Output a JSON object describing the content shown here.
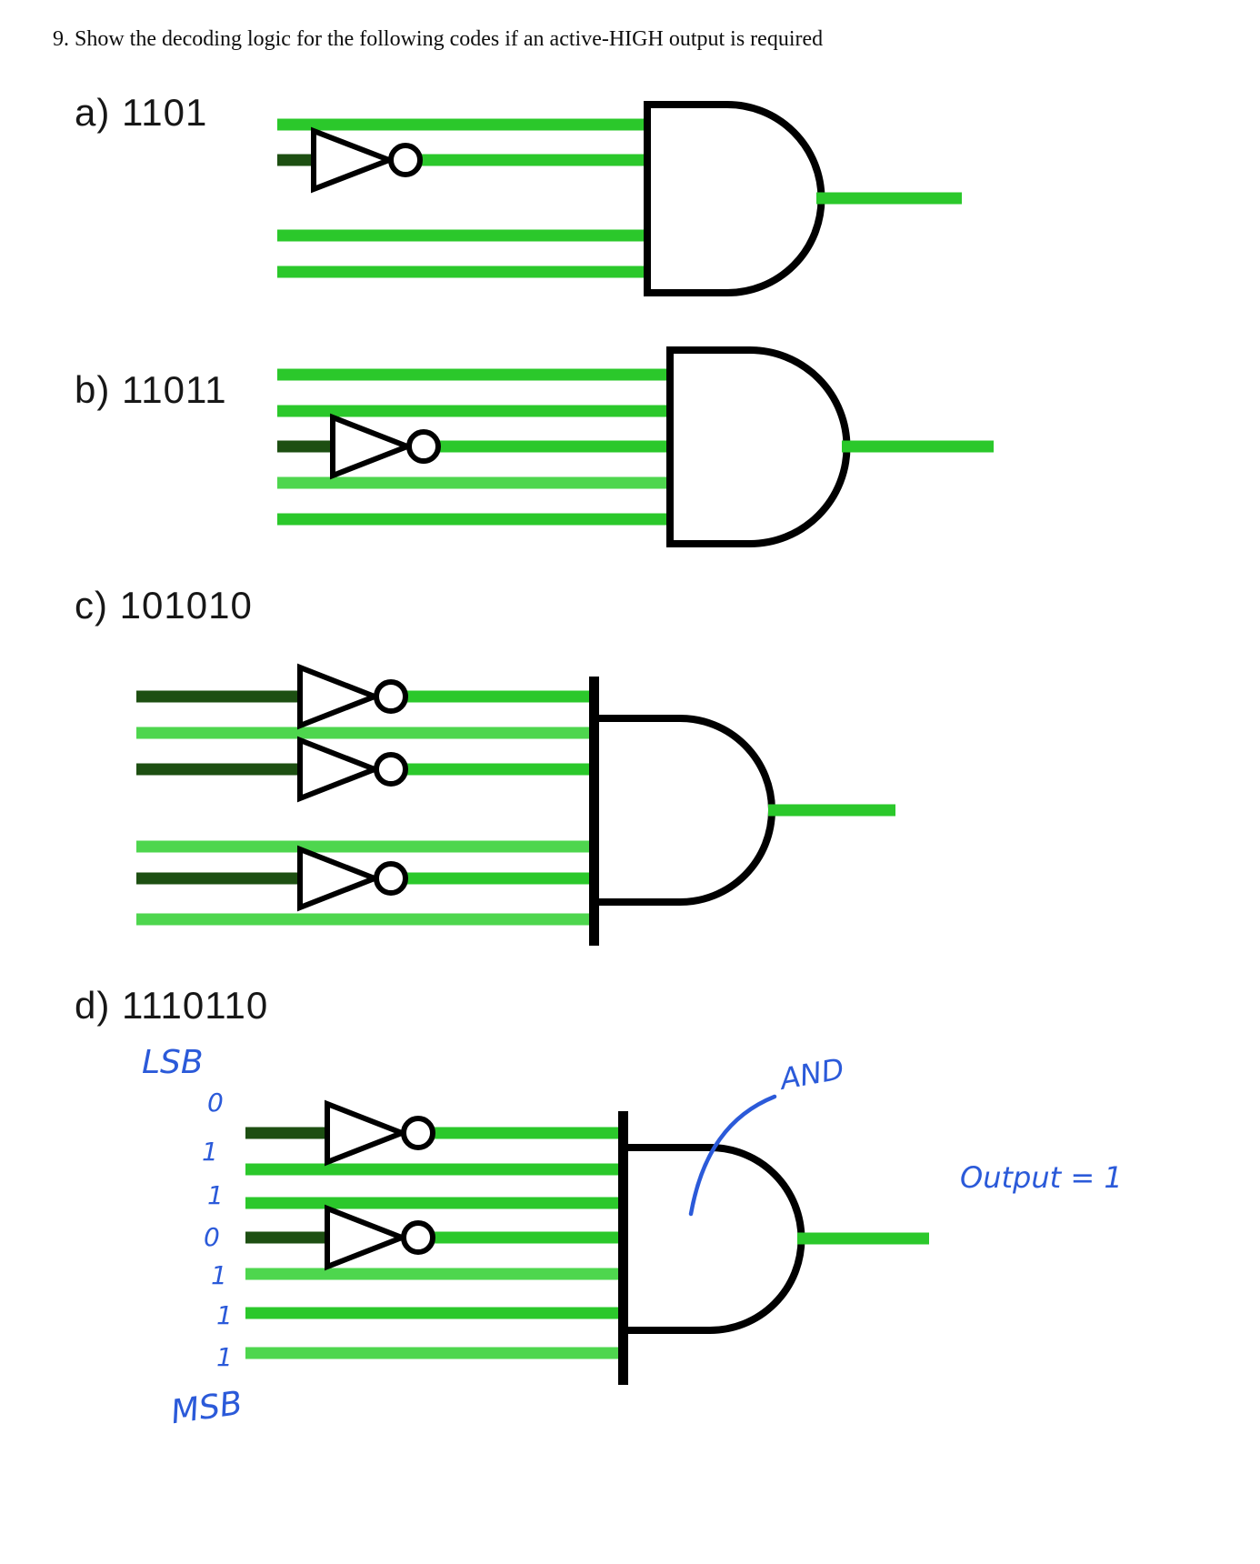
{
  "question": "9.   Show the decoding logic for the following codes if an active-HIGH output is required",
  "colors": {
    "wire_green": "#2bc82b",
    "wire_green_light": "#4ed64e",
    "wire_green_dark": "#1d4f12",
    "gate_black": "#000000",
    "ink_blue": "#2b5ad9"
  },
  "parts": {
    "a": {
      "label": "a) 1101"
    },
    "b": {
      "label": "b) 11011"
    },
    "c": {
      "label": "c) 101010"
    },
    "d": {
      "label": "d) 1110110",
      "lsb_label": "LSB",
      "msb_label": "MSB",
      "bits": [
        "0",
        "1",
        "1",
        "0",
        "1",
        "1",
        "1"
      ],
      "gate_label": "AND",
      "output_label": "Output = 1"
    }
  }
}
